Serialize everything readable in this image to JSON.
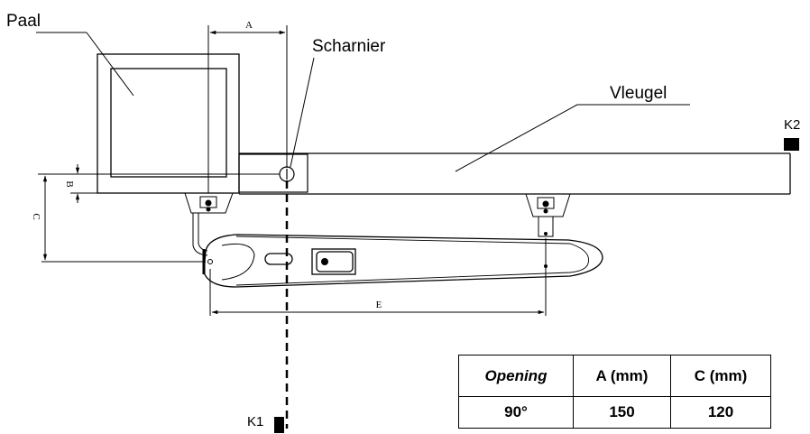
{
  "labels": {
    "post": "Paal",
    "hinge": "Scharnier",
    "gate_leaf": "Vleugel",
    "stop_k2": "K2",
    "stop_k1": "K1"
  },
  "dimensions": {
    "a": "A",
    "b": "B",
    "c": "C",
    "e": "E"
  },
  "table": {
    "headers": [
      "Opening",
      "A (mm)",
      "C (mm)"
    ],
    "rows": [
      [
        "90°",
        "150",
        "120"
      ]
    ]
  }
}
